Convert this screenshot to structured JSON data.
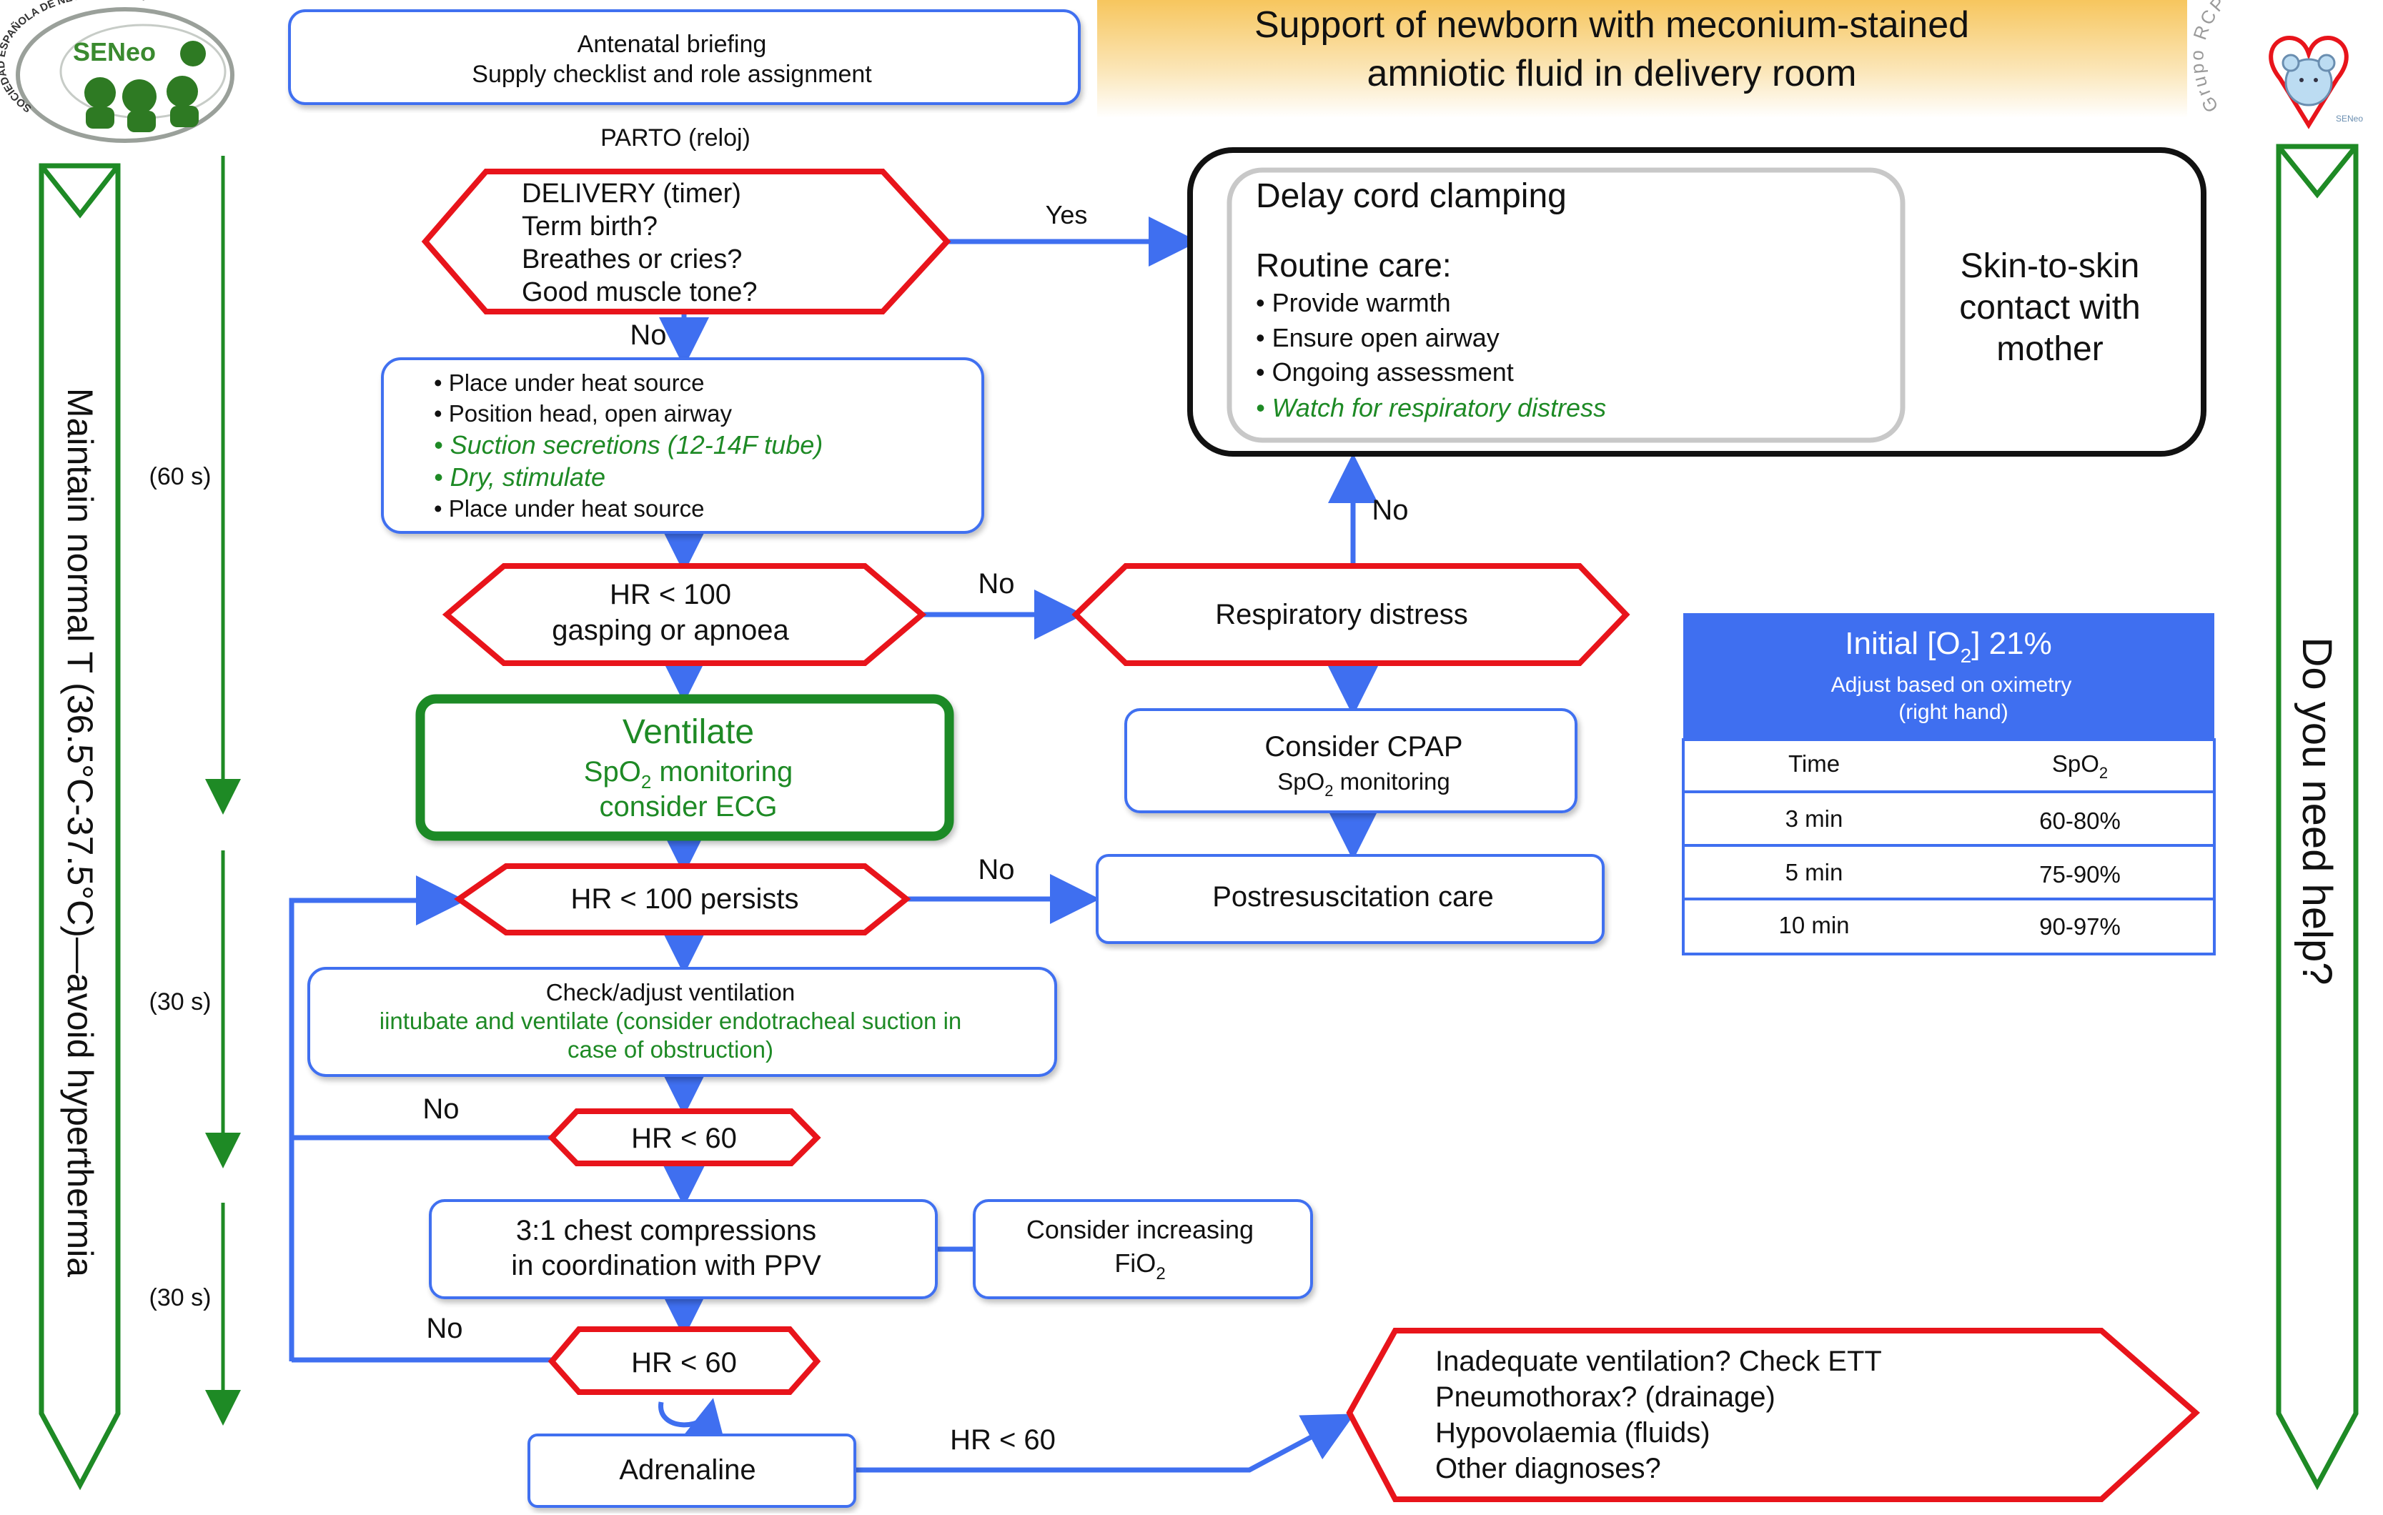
{
  "title": {
    "line1": "Support of newborn with meconium-stained",
    "line2": "amniotic fluid in delivery room"
  },
  "logos": {
    "left": {
      "name": "SENeo",
      "arc_text": "SOCIEDAD ESPAÑOLA DE NEONATOLOGÍA"
    },
    "right": {
      "arc_text": "Grupo RCP Neonatal",
      "badge": "SENeo"
    }
  },
  "side": {
    "left_banner": "Maintain normal T (36.5°C-37.5°C)—avoid hyperthermia",
    "right_banner": "Do you need help?",
    "time_60": "(60 s)",
    "time_30a": "(30 s)",
    "time_30b": "(30 s)"
  },
  "colors": {
    "red": "#e8141b",
    "green": "#1e8a25",
    "blue": "#3f6ff0",
    "gold": "#f8d27a"
  },
  "nodes": {
    "briefing": {
      "line1": "Antenatal briefing",
      "line2": "Supply checklist and role assignment"
    },
    "parto": "PARTO (reloj)",
    "delivery": {
      "lines": [
        "DELIVERY (timer)",
        "Term birth?",
        "Breathes or cries?",
        "Good muscle tone?"
      ]
    },
    "initial_steps": {
      "items": [
        "• Place under heat source",
        "• Position head, open airway",
        "• Suction secretions (12-14F tube)",
        "• Dry, stimulate",
        "• Place under heat source"
      ]
    },
    "hr100": {
      "line1": "HR < 100",
      "line2": "gasping or apnoea"
    },
    "ventilate": {
      "title": "Ventilate",
      "spo2": "SpO",
      "sub": "2",
      "monitoring": " monitoring",
      "line3": "consider ECG"
    },
    "hr100_persists": "HR < 100 persists",
    "check_adjust": {
      "line1": "Check/adjust ventilation",
      "line2": "iintubate and ventilate (consider endotracheal suction in",
      "line3": "case of obstruction)"
    },
    "hr60_a": "HR < 60",
    "compressions": {
      "line1": "3:1 chest compressions",
      "line2": "in coordination with PPV"
    },
    "fio2": {
      "line1": "Consider increasing",
      "line2": "FiO",
      "sub": "2"
    },
    "hr60_b": "HR < 60",
    "adrenaline": "Adrenaline",
    "causes": {
      "lines": [
        "Inadequate ventilation? Check ETT",
        "Pneumothorax? (drainage)",
        "Hypovolaemia (fluids)",
        "Other diagnoses?"
      ]
    },
    "resp_distress": "Respiratory distress",
    "cpap": {
      "line1": "Consider CPAP",
      "spo2": "SpO",
      "sub": "2",
      "monitoring": " monitoring"
    },
    "postresus": "Postresuscitation care",
    "routine": {
      "delay": "Delay cord clamping",
      "heading": "Routine care:",
      "items": [
        "• Provide warmth",
        "• Ensure open airway",
        "• Ongoing assessment",
        "• Watch for respiratory distress"
      ],
      "skin": [
        "Skin-to-skin",
        "contact with",
        "mother"
      ]
    }
  },
  "labels": {
    "yes": "Yes",
    "no_delivery": "No",
    "no_hr100": "No",
    "no_resp": "No",
    "no_persists": "No",
    "no_hr60a": "No",
    "no_hr60b": "No",
    "hr60_arrow": "HR < 60"
  },
  "o2_table": {
    "header": "Initial [O",
    "header_sub": "2",
    "header_tail": "] 21%",
    "note1": "Adjust based on oximetry",
    "note2": "(right hand)",
    "col_time": "Time",
    "col_spo2": "SpO",
    "col_spo2_sub": "2",
    "rows": [
      {
        "time": "3 min",
        "spo2": "60-80%"
      },
      {
        "time": "5 min",
        "spo2": "75-90%"
      },
      {
        "time": "10 min",
        "spo2": "90-97%"
      }
    ]
  }
}
